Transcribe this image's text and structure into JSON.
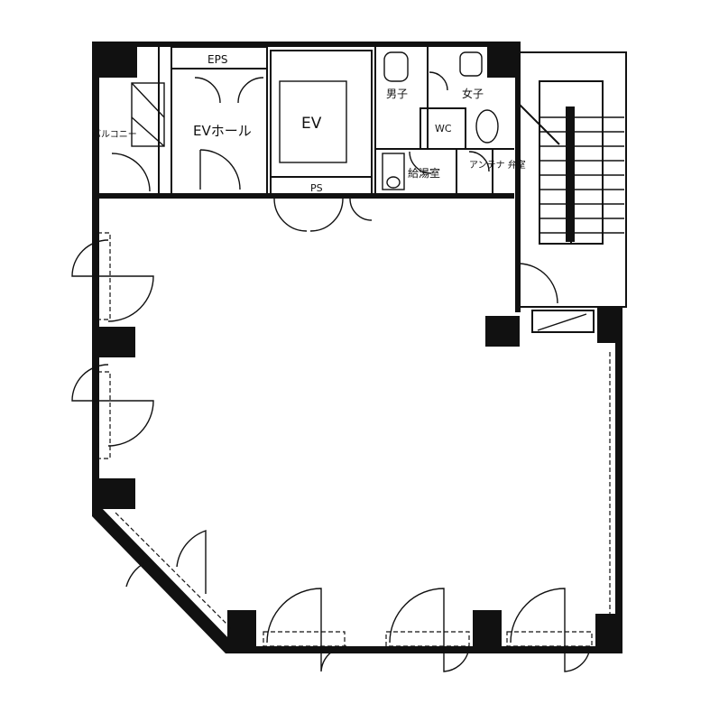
{
  "plan": {
    "labels": {
      "eps": "EPS",
      "ev_hall": "EVホール",
      "ev": "EV",
      "ps": "PS",
      "mens": "男子",
      "womens": "女子",
      "wc": "WC",
      "kitchenette": "給湯室",
      "antenna_valve": "アンテナ 弁室",
      "balcony": "バルコニー"
    }
  }
}
